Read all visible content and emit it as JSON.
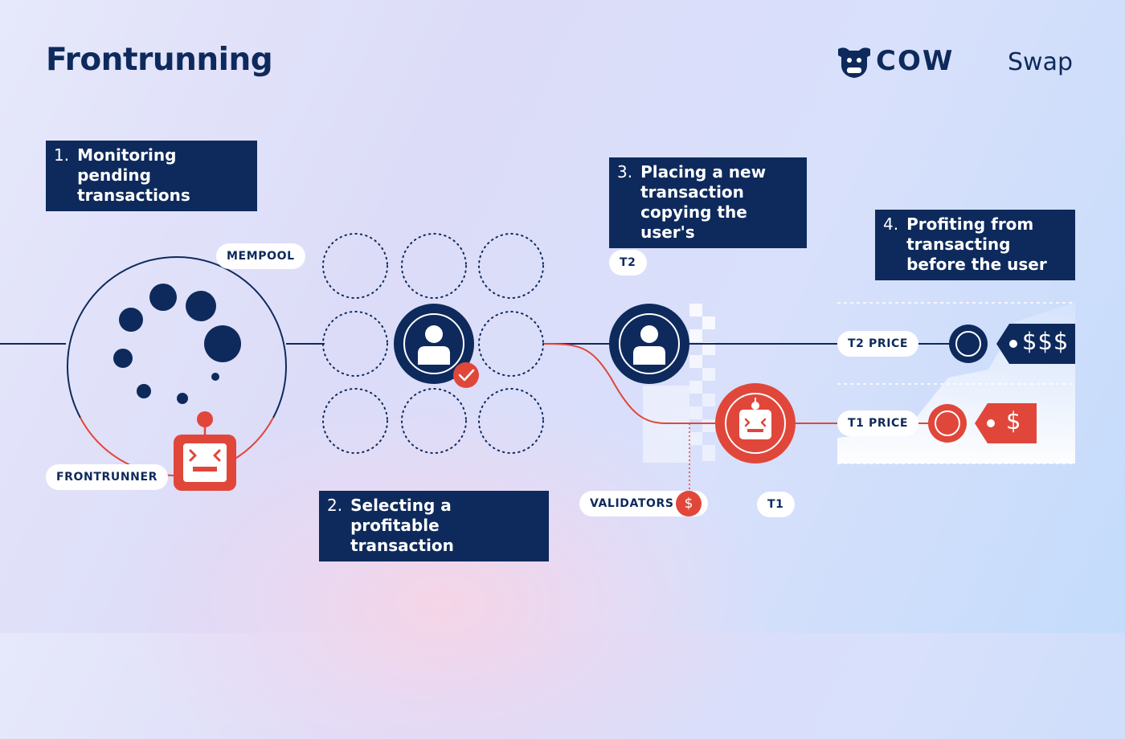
{
  "header": {
    "title": "Frontrunning",
    "logo": {
      "wordmark": "COW",
      "suffix": "Swap",
      "icon": "cow-head-icon"
    }
  },
  "steps": [
    {
      "number": "1.",
      "text": "Monitoring pending transactions"
    },
    {
      "number": "2.",
      "text": "Selecting a profitable transaction"
    },
    {
      "number": "3.",
      "text": "Placing a new transaction copying the user's"
    },
    {
      "number": "4.",
      "text": "Profiting from transacting before the user"
    }
  ],
  "labels": {
    "mempool": "MEMPOOL",
    "frontrunner": "FRONTRUNNER",
    "validators": "VALIDATORS",
    "t1": "T1",
    "t2": "T2",
    "t1_price": "T1 PRICE",
    "t2_price": "T2 PRICE",
    "t1_price_tag": "$",
    "t2_price_tag": "$$$",
    "validators_badge": "$"
  },
  "colors": {
    "navy": "#0e2a5c",
    "red": "#e0473a",
    "white": "#ffffff"
  },
  "icons": [
    "user-icon",
    "robot-icon",
    "check-icon",
    "dollar-icon",
    "cow-head-icon"
  ]
}
